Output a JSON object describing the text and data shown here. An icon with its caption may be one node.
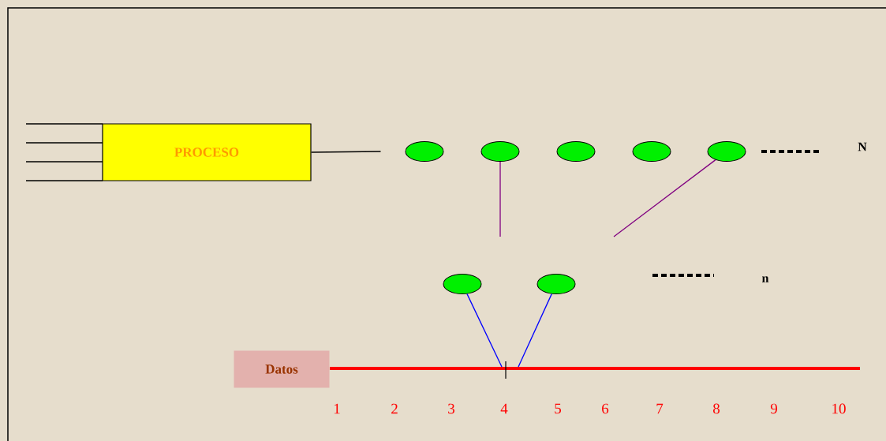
{
  "diagram": {
    "nodes": [
      {
        "text": [
          "PROCESO"
        ]
      },
      {
        "text": [],
        "shape": "ellipse"
      },
      {
        "text": [],
        "shape": "ellipse"
      },
      {
        "text": [],
        "shape": "ellipse"
      },
      {
        "text": [],
        "shape": "ellipse"
      },
      {
        "text": [],
        "shape": "ellipse"
      },
      {
        "text": [],
        "shape": "ellipse"
      },
      {
        "text": [],
        "shape": "ellipse"
      },
      {
        "text": [
          "Datos"
        ]
      },
      {
        "text": [],
        "shape": "bar"
      }
    ],
    "edges": [
      {
        "from": null,
        "to": 0,
        "arrow": "none"
      },
      {
        "from": null,
        "to": 0,
        "arrow": "none"
      },
      {
        "from": null,
        "to": 0,
        "arrow": "none"
      },
      {
        "from": null,
        "to": 0,
        "arrow": "none"
      },
      {
        "from": 0,
        "to": 1,
        "arrow": "none"
      },
      {
        "from": 2,
        "to": null,
        "arrow": "none",
        "color": "#800080"
      },
      {
        "from": 5,
        "to": null,
        "arrow": "none",
        "color": "#800080"
      },
      {
        "from": 6,
        "to": 9,
        "arrow": "none",
        "color": "#0000ff"
      },
      {
        "from": 7,
        "to": 9,
        "arrow": "none",
        "color": "#0000ff"
      }
    ],
    "labels": [
      "N",
      "n",
      "1",
      "2",
      "3",
      "4",
      "5",
      "6",
      "7",
      "8",
      "9",
      "10"
    ]
  }
}
